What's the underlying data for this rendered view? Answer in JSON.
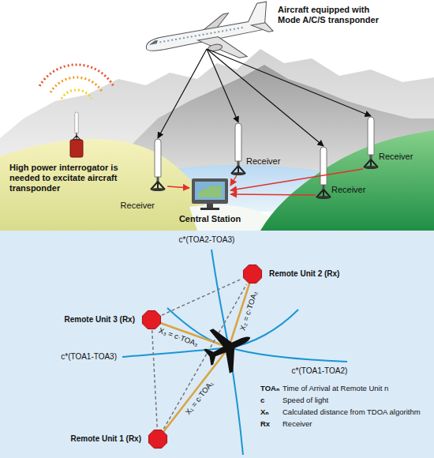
{
  "diagram": {
    "nodes": [
      {
        "text": [
          "Remote Unit 2 (Rx)"
        ]
      },
      {
        "text": [
          "Remote Unit 3 (Rx)"
        ]
      },
      {
        "text": [
          "Remote Unit 1 (Rx)"
        ]
      }
    ],
    "edges": [
      {
        "from": 1,
        "to": 0,
        "arrow": "none"
      },
      {
        "from": 1,
        "to": 2,
        "arrow": "none"
      },
      {
        "from": 2,
        "to": 0,
        "arrow": "none"
      }
    ],
    "labels": [
      "Aircraft equipped with Mode A/C/S transponder",
      "Receiver",
      "Receiver",
      "High power interrogator is needed to excitate aircraft transponder",
      "Receiver",
      "Receiver",
      "Central Station",
      "c*(TOA2-TOA3)",
      "c*(TOA1-TOA3)",
      "X₃ = c·TOA₃",
      "X₂ = c·TOA₂",
      "c*(TOA1-TOA2)",
      "X₁ = c·TOA₁",
      "TOAₙ",
      "Time of Arrival at Remote Unit n",
      "c",
      "Speed of light",
      "Xₙ",
      "Calculated distance from TDOA algorithm",
      "Rx",
      "Receiver"
    ]
  }
}
